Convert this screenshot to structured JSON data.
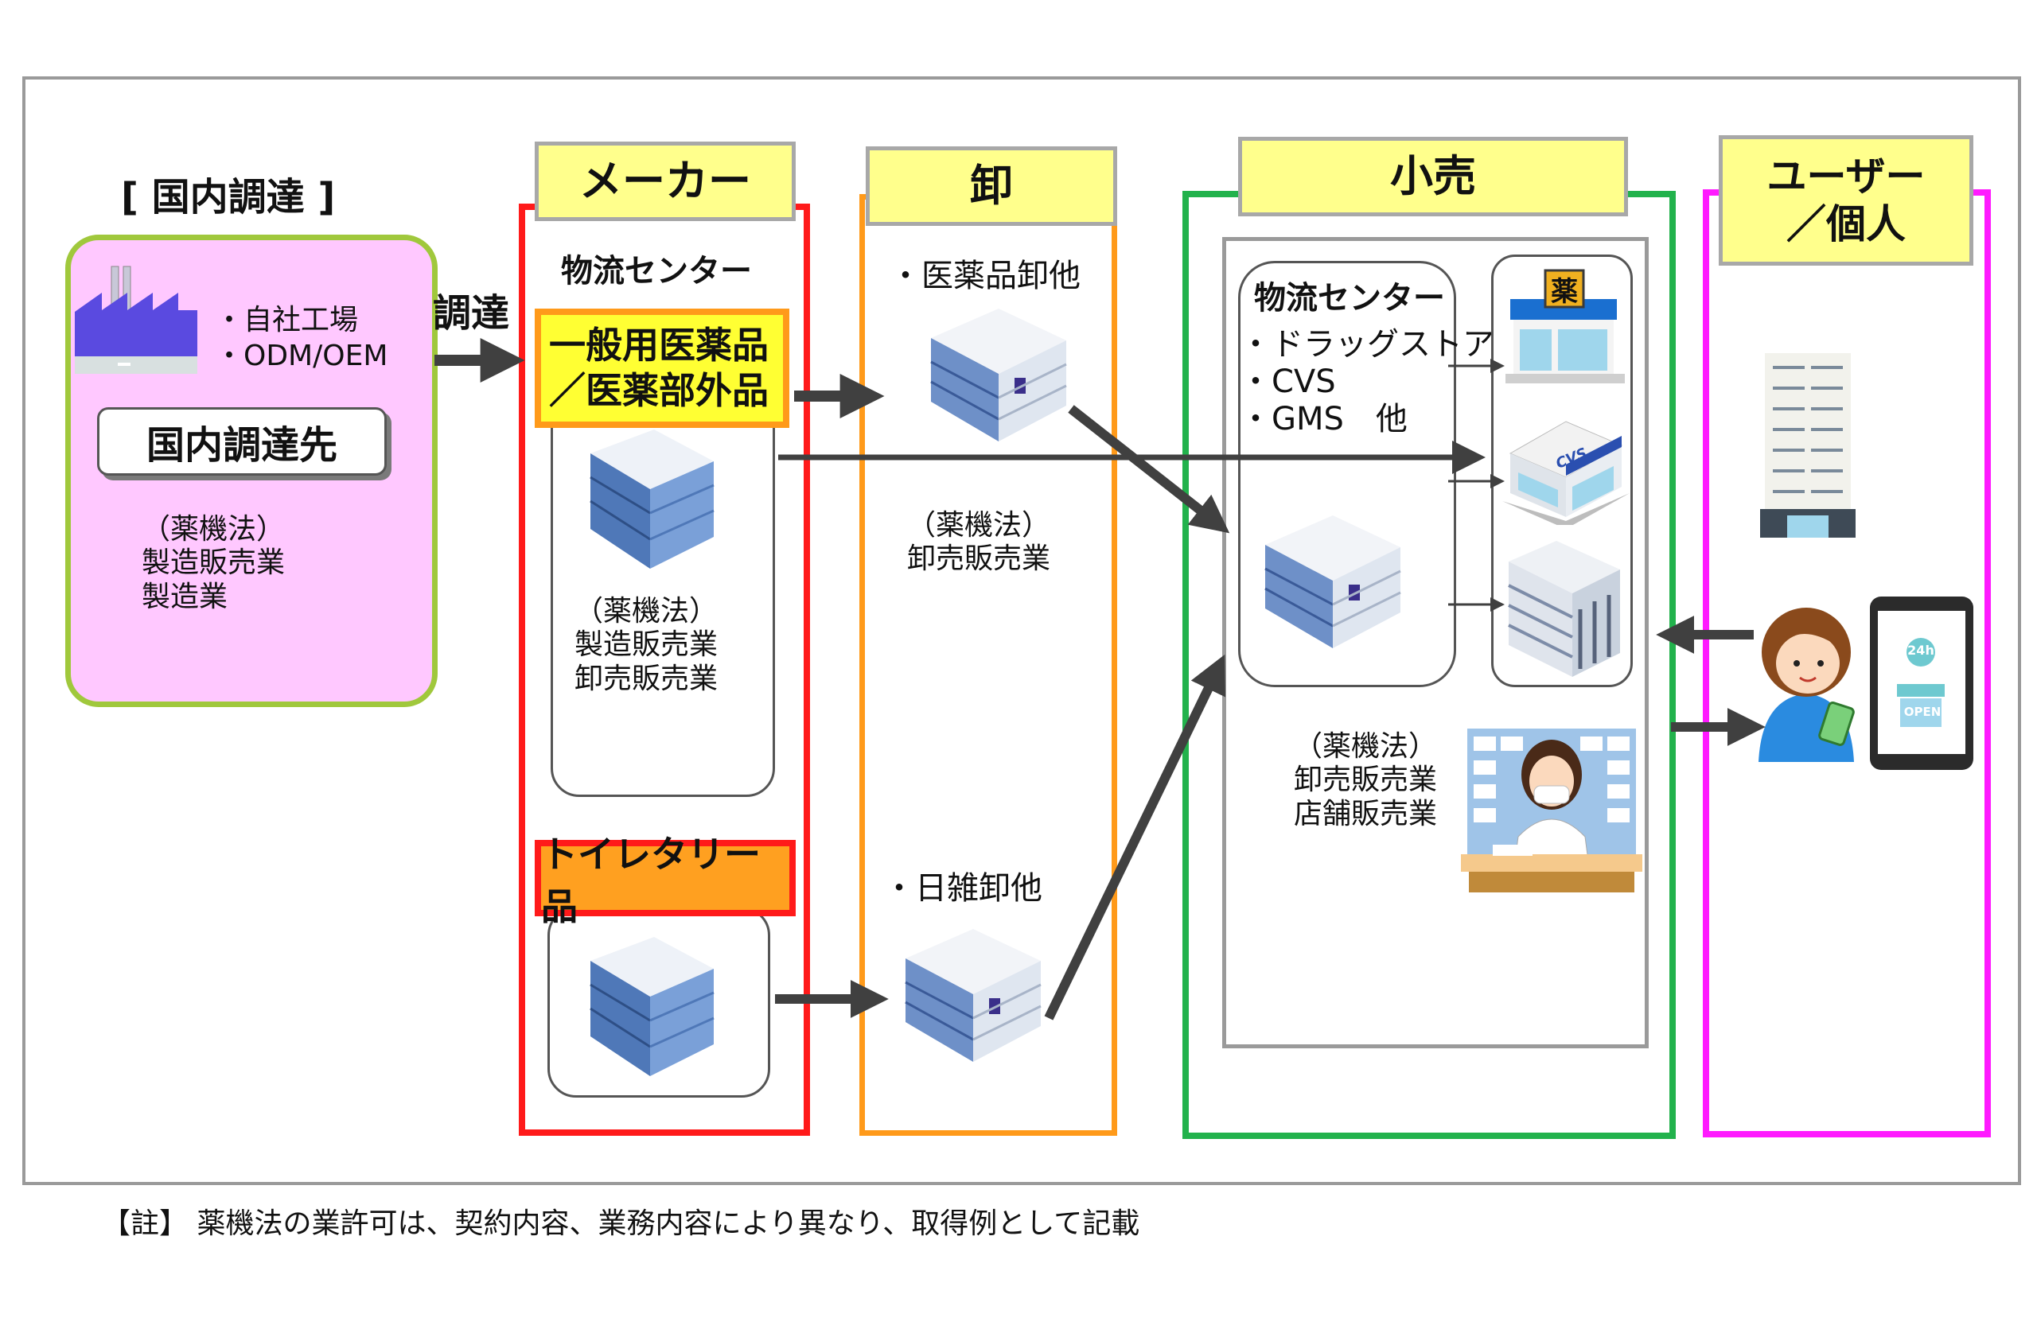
{
  "domestic": {
    "title": "[ 国内調達 ]",
    "bullets": "・自社工場\n・ODM/OEM",
    "supplier_label": "国内調達先",
    "law_text": "（薬機法）\n製造販売業\n製造業",
    "procure_label": "調達"
  },
  "maker": {
    "header": "メーカー",
    "center_label": "物流センター",
    "otc_label": "一般用医薬品\n／医薬部外品",
    "law_text": "（薬機法）\n製造販売業\n卸売販売業",
    "toiletry_label": "トイレタリー品"
  },
  "wholesale": {
    "header": "卸",
    "pharma_label": "・医薬品卸他",
    "law_text": "（薬機法）\n卸売販売業",
    "sundries_label": "・日雑卸他"
  },
  "retail": {
    "header": "小売",
    "center_label": "物流センター",
    "list": "・ドラッグストア\n・CVS\n・GMS　他",
    "drug_sign": "薬",
    "cvs_sign": "CVS",
    "law_text": "（薬機法）\n卸売販売業\n店舗販売業"
  },
  "user": {
    "header": "ユーザー\n／個人",
    "badge_24h": "24h",
    "open_sign": "OPEN"
  },
  "footnote": "【註】 薬機法の業許可は、契約内容、業務内容により異なり、取得例として記載",
  "colors": {
    "domestic_fill": "#ffc8ff",
    "domestic_border": "#a0c83c",
    "maker_border": "#ff1a1a",
    "wholesale_border": "#ff9a1a",
    "retail_border": "#22b24c",
    "user_border": "#ff1aff",
    "header_fill": "#ffff8c",
    "otc_fill": "#ffff33",
    "toiletry_fill": "#ffa020"
  }
}
